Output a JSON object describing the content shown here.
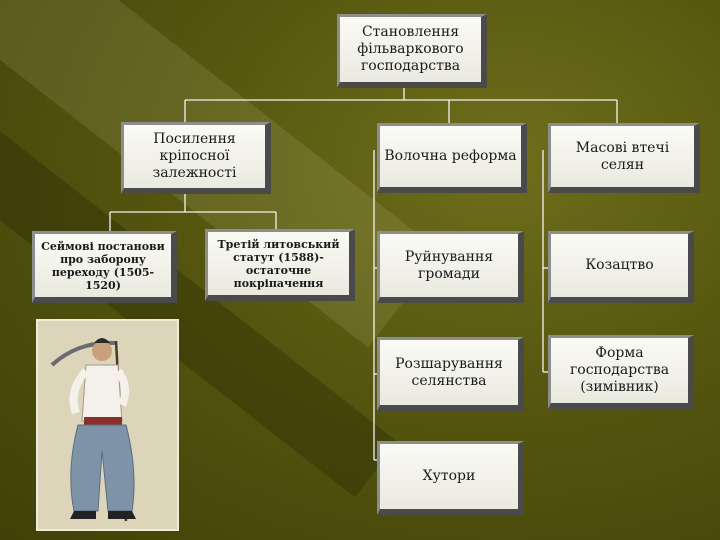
{
  "root": "Становлення фільваркового господарства",
  "branch_serfdom": "Посилення кріпосної залежності",
  "branch_voloka": "Волочна реформа",
  "branch_flight": "Масові втечі селян",
  "serf_seim": "Сеймові постанови про заборону переходу (1505-1520)",
  "serf_statute": "Третій литовський статут (1588)- остаточне покріпачення",
  "voloka_community": "Руйнування громади",
  "voloka_stratification": "Розшарування селянства",
  "voloka_khutory": "Хутори",
  "flight_cossacks": "Козацтво",
  "flight_form": "Форма господарства (зимівник)",
  "illustration": "cossack-figure-illustration"
}
